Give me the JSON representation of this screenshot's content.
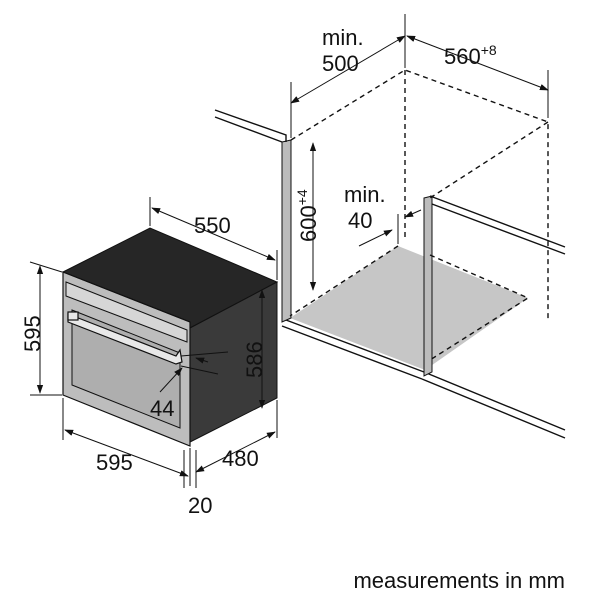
{
  "niche": {
    "min_depth_label_line1": "min.",
    "min_depth_label_line2": "500",
    "width_base": "560",
    "width_tolerance": "+8",
    "height_base": "600",
    "height_tolerance": "+4",
    "min_gap_label_line1": "min.",
    "min_gap_label_line2": "40"
  },
  "oven": {
    "depth_top": "550",
    "height_front": "595",
    "height_body": "586",
    "handle_projection": "44",
    "width_front": "595",
    "depth_body": "480",
    "front_thickness": "20"
  },
  "caption": "measurements in mm"
}
